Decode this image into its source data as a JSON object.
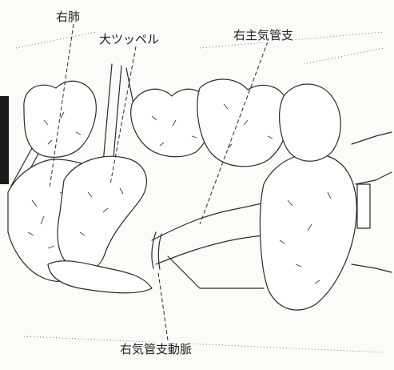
{
  "labels": {
    "right_lung": "右肺",
    "large_tweezers": "大ツッペル",
    "right_main_bronchus": "右主気管支",
    "right_bronchial_artery": "右気管支動脈"
  },
  "colors": {
    "ink": "#2a2a2a",
    "paper": "#fbfbf8"
  }
}
